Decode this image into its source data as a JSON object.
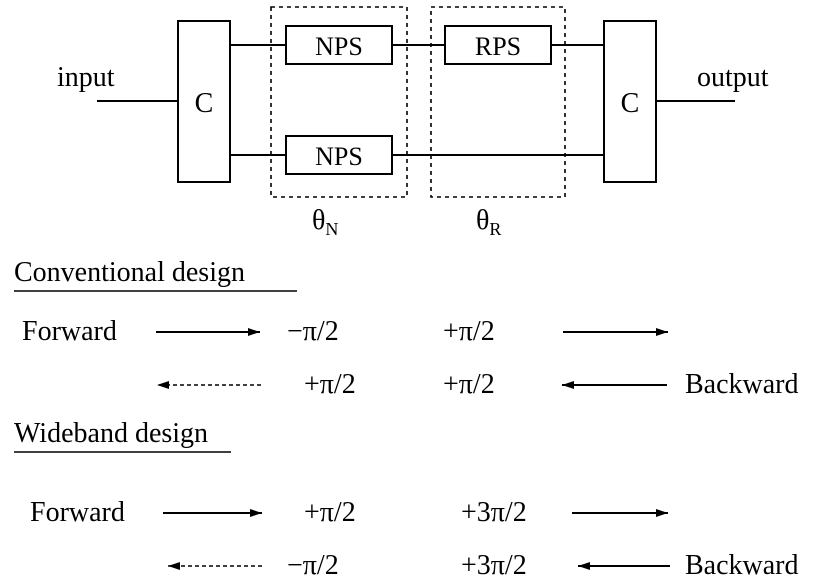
{
  "diagram": {
    "input_label": "input",
    "output_label": "output",
    "coupler_left_label": "C",
    "coupler_right_label": "C",
    "nps_top_label": "NPS",
    "nps_bottom_label": "NPS",
    "rps_label": "RPS",
    "theta_n_symbol": "θ",
    "theta_n_sub": "N",
    "theta_r_symbol": "θ",
    "theta_r_sub": "R"
  },
  "conventional": {
    "heading": "Conventional design",
    "forward_label": "Forward",
    "forward_phase_n": "−π/2",
    "forward_phase_r": "+π/2",
    "backward_label": "Backward",
    "backward_phase_n": "+π/2",
    "backward_phase_r": "+π/2"
  },
  "wideband": {
    "heading": "Wideband design",
    "forward_label": "Forward",
    "forward_phase_n": "+π/2",
    "forward_phase_r": "+3π/2",
    "backward_label": "Backward",
    "backward_phase_n": "−π/2",
    "backward_phase_r": "+3π/2"
  }
}
